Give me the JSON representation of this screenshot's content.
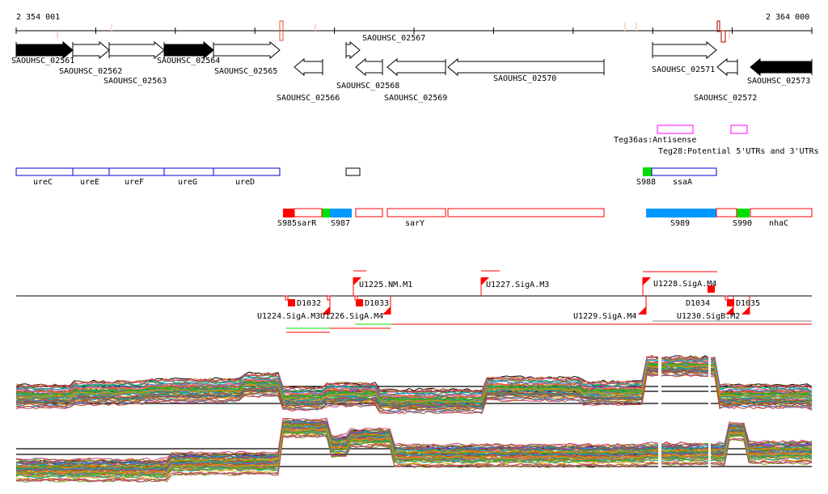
{
  "ruler": {
    "start_label": "2 354 001",
    "end_label": "2 364 000"
  },
  "genes": [
    {
      "id": "SAOUHSC_02561",
      "filled": true
    },
    {
      "id": "SAOUHSC_02562",
      "filled": false
    },
    {
      "id": "SAOUHSC_02563",
      "filled": false
    },
    {
      "id": "SAOUHSC_02564",
      "filled": true
    },
    {
      "id": "SAOUHSC_02565",
      "filled": false
    },
    {
      "id": "SAOUHSC_02566",
      "filled": false
    },
    {
      "id": "SAOUHSC_02567",
      "filled": false
    },
    {
      "id": "SAOUHSC_02568",
      "filled": false
    },
    {
      "id": "SAOUHSC_02569",
      "filled": false
    },
    {
      "id": "SAOUHSC_02570",
      "filled": false
    },
    {
      "id": "SAOUHSC_02571",
      "filled": false
    },
    {
      "id": "SAOUHSC_02572",
      "filled": false
    },
    {
      "id": "SAOUHSC_02573",
      "filled": true
    }
  ],
  "teg_labels": [
    "Teg36as:Antisense",
    "Teg28:Potential 5'UTRs and 3'UTRs"
  ],
  "operon_labels": [
    "ureC",
    "ureE",
    "ureF",
    "ureG",
    "ureD",
    "S988",
    "ssaA"
  ],
  "srna_labels": [
    "S985sarR",
    "S987",
    "sarY",
    "S989",
    "S990",
    "nhaC"
  ],
  "promoter_labels": [
    "U1225.NM.M1",
    "U1227.SigA.M3",
    "U1228.SigA.M4",
    "D1034",
    "D1032",
    "D1033",
    "D1035",
    "U1224.SigA.M3",
    "U1226.SigA.M4",
    "U1229.SigA.M4",
    "U1230.SigB.M2"
  ],
  "colors": {
    "red": "#ff0000",
    "green": "#00e000",
    "blue": "#0000cc",
    "skyblue": "#0099ff",
    "magenta": "#ff00ff",
    "darkred": "#aa0000",
    "pink": "#ffd8cc"
  }
}
